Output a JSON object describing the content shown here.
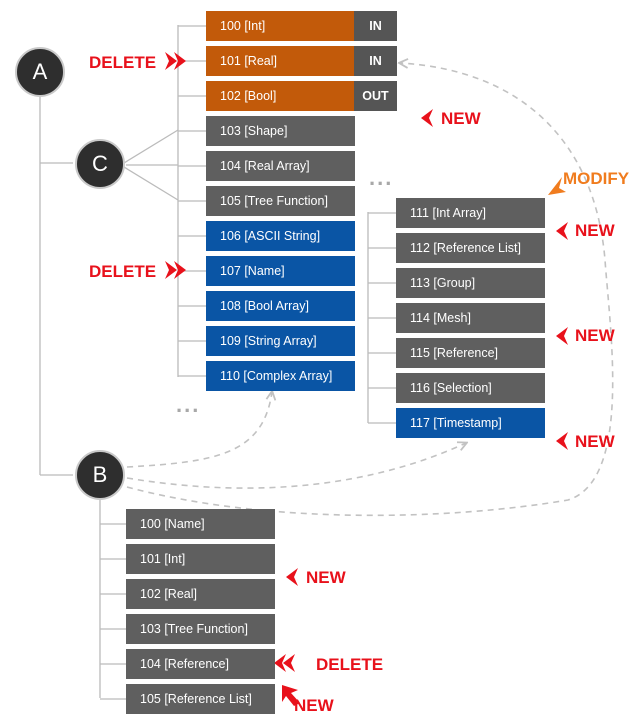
{
  "colors": {
    "orange_box": "#c25a0a",
    "gray_box": "#5f5f5f",
    "blue_box": "#0a55a5",
    "tag_bg": "#555555",
    "annotation_red": "#e8111b",
    "annotation_orange": "#f07c1e",
    "tree_line": "#bbbbbb",
    "dashed_arrow": "#c2c2c2"
  },
  "nodes": {
    "a": "A",
    "b": "B",
    "c": "C"
  },
  "group_c": [
    {
      "label": "100 [Int]",
      "color": "orange",
      "tag": "IN"
    },
    {
      "label": "101 [Real]",
      "color": "orange",
      "tag": "IN"
    },
    {
      "label": "102 [Bool]",
      "color": "orange",
      "tag": "OUT"
    },
    {
      "label": "103 [Shape]",
      "color": "gray"
    },
    {
      "label": "104 [Real Array]",
      "color": "gray"
    },
    {
      "label": "105 [Tree Function]",
      "color": "gray"
    },
    {
      "label": "106 [ASCII String]",
      "color": "blue"
    },
    {
      "label": "107 [Name]",
      "color": "blue"
    },
    {
      "label": "108 [Bool Array]",
      "color": "blue"
    },
    {
      "label": "109 [String Array]",
      "color": "blue"
    },
    {
      "label": "110 [Complex Array]",
      "color": "blue"
    }
  ],
  "group_ext": [
    {
      "label": "111 [Int Array]",
      "color": "gray"
    },
    {
      "label": "112 [Reference List]",
      "color": "gray"
    },
    {
      "label": "113 [Group]",
      "color": "gray"
    },
    {
      "label": "114 [Mesh]",
      "color": "gray"
    },
    {
      "label": "115 [Reference]",
      "color": "gray"
    },
    {
      "label": "116 [Selection]",
      "color": "gray"
    },
    {
      "label": "117 [Timestamp]",
      "color": "blue"
    }
  ],
  "group_b": [
    {
      "label": "100 [Name]",
      "color": "gray"
    },
    {
      "label": "101 [Int]",
      "color": "gray"
    },
    {
      "label": "102 [Real]",
      "color": "gray"
    },
    {
      "label": "103 [Tree Function]",
      "color": "gray"
    },
    {
      "label": "104 [Reference]",
      "color": "gray"
    },
    {
      "label": "105 [Reference List]",
      "color": "gray"
    }
  ],
  "annotations": {
    "delete_101": "DELETE",
    "delete_107": "DELETE",
    "new_102": "NEW",
    "modify_111": "MODIFY",
    "new_112": "NEW",
    "new_115": "NEW",
    "new_117": "NEW",
    "new_b102": "NEW",
    "delete_b104": "DELETE",
    "new_b105": "NEW"
  },
  "ellipsis": "..."
}
